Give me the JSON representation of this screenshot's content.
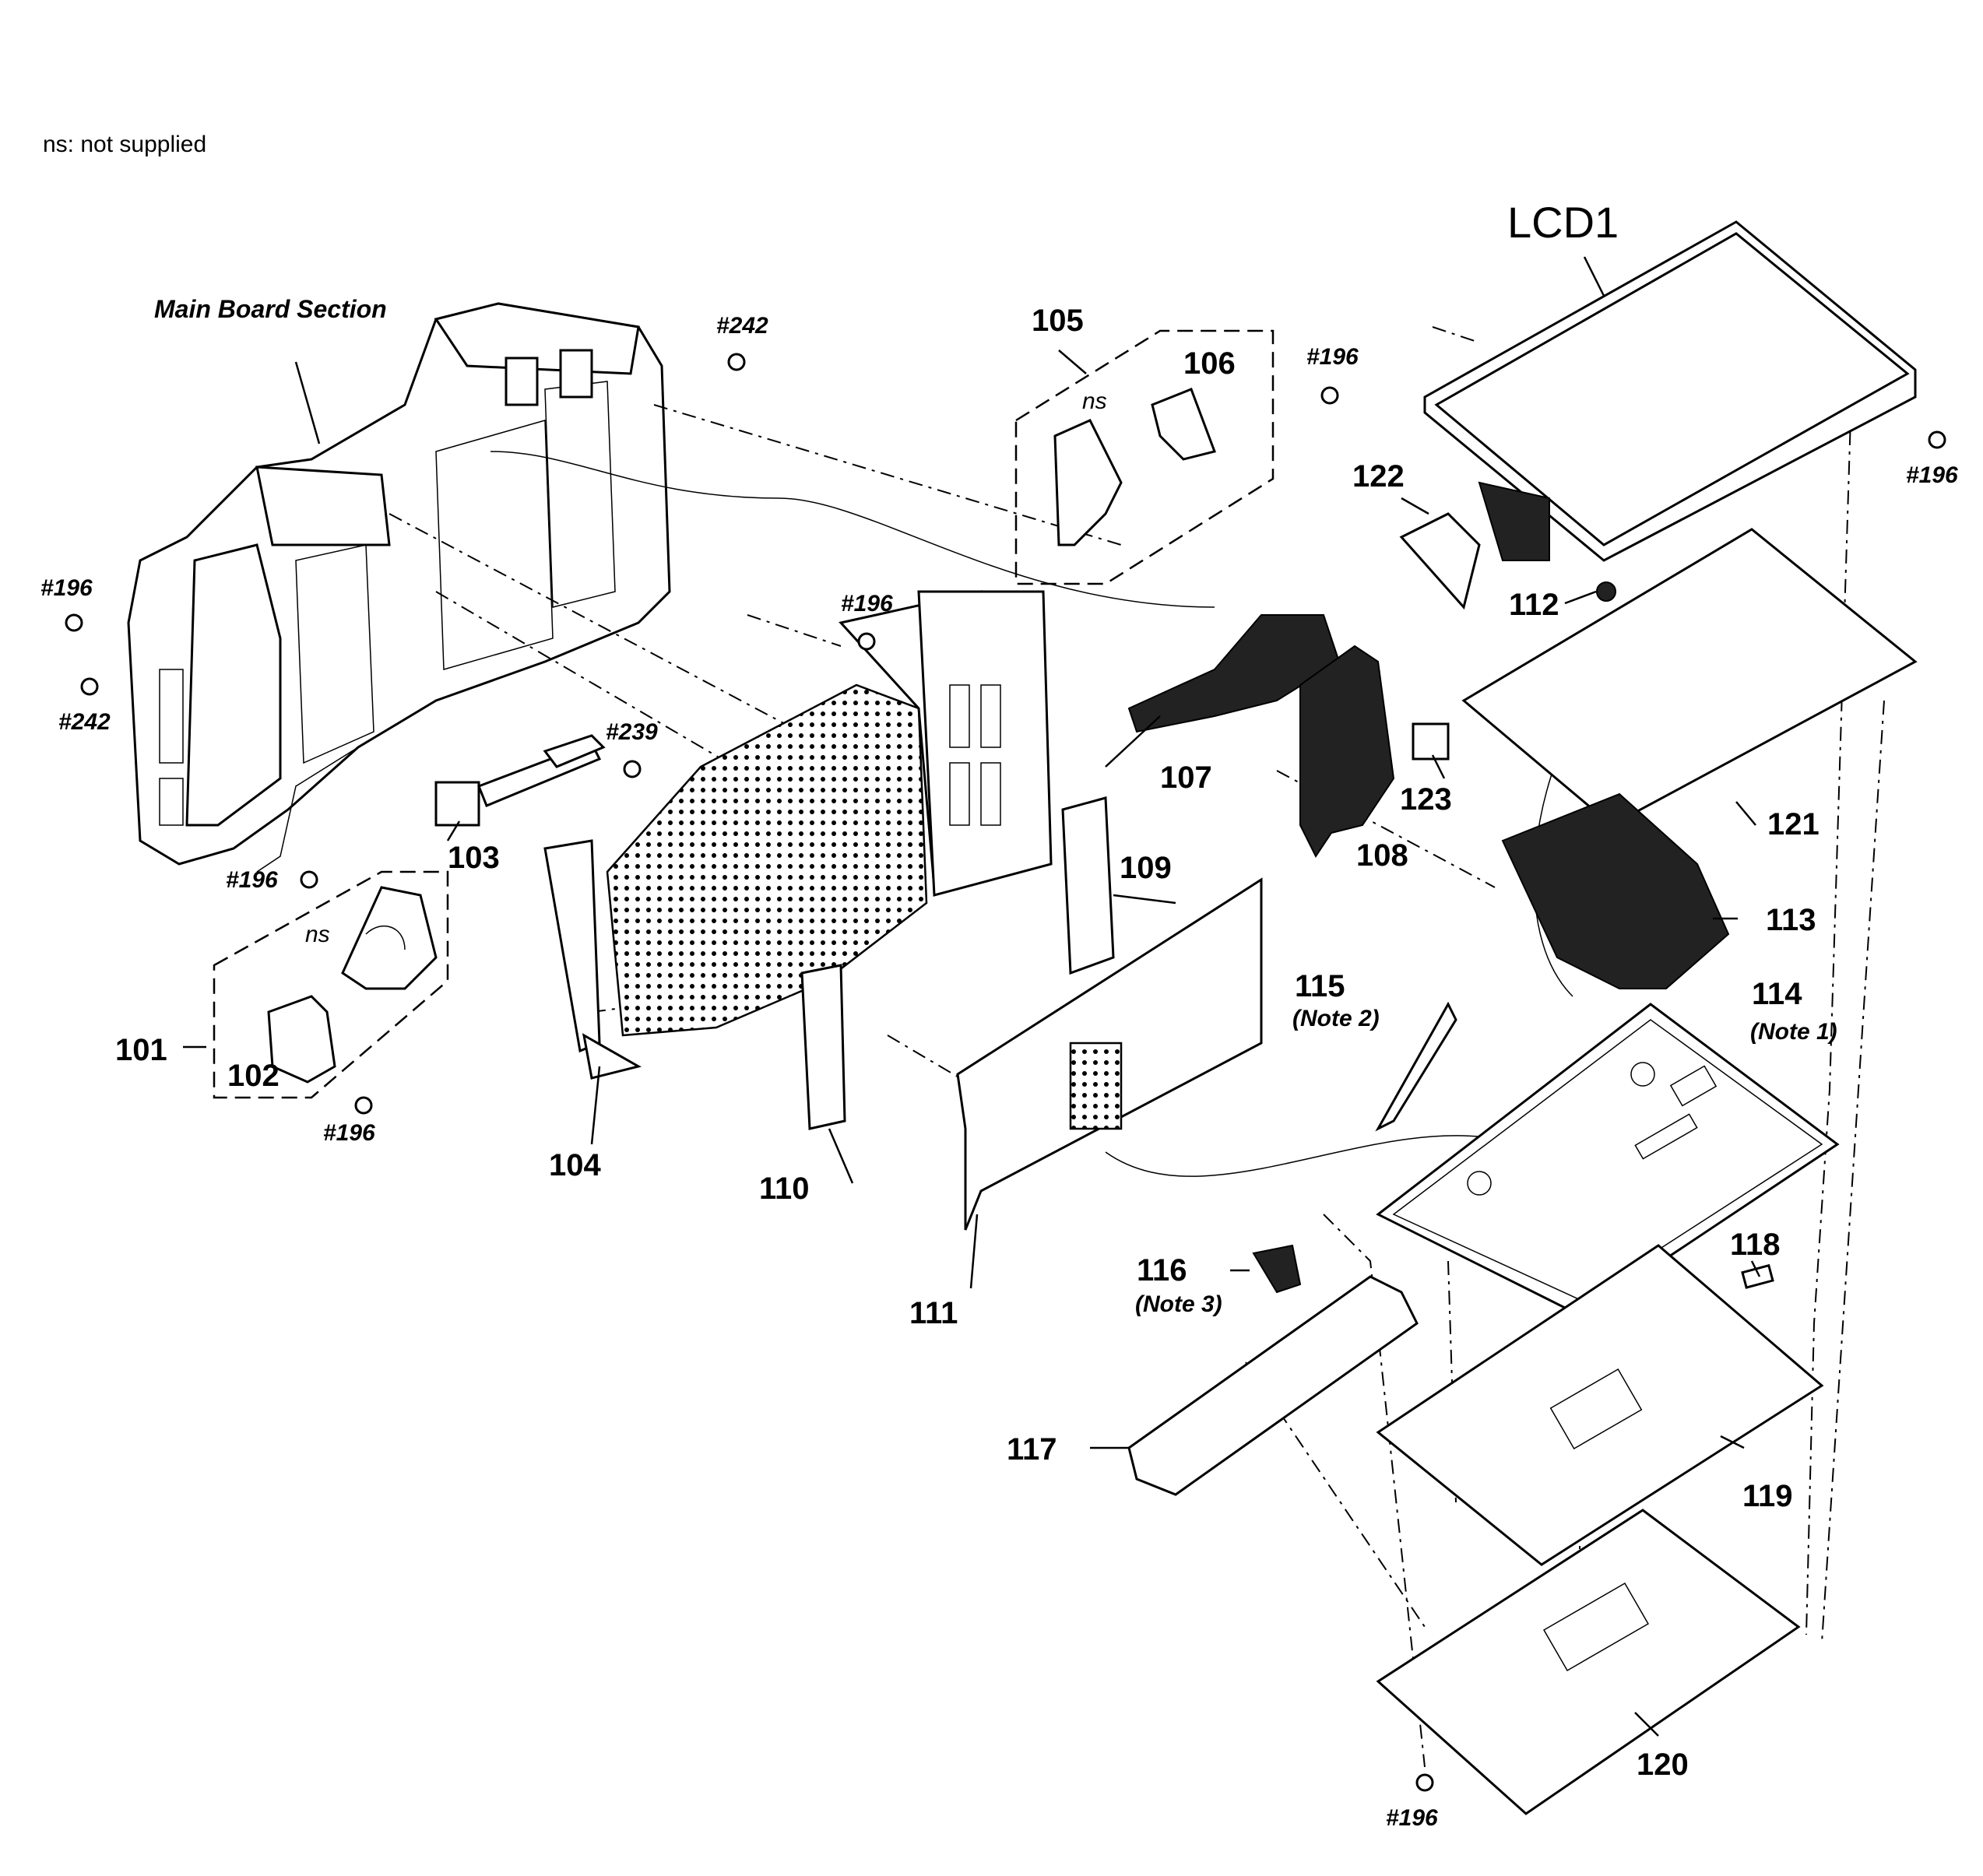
{
  "legend": "ns: not supplied",
  "section_label": "Main Board Section",
  "lcd_label": "LCD1",
  "parts": {
    "p101": "101",
    "p102": "102",
    "p103": "103",
    "p104": "104",
    "p105": "105",
    "p106": "106",
    "p107": "107",
    "p108": "108",
    "p109": "109",
    "p110": "110",
    "p111": "111",
    "p112": "112",
    "p113": "113",
    "p114": "114",
    "p115": "115",
    "p116": "116",
    "p117": "117",
    "p118": "118",
    "p119": "119",
    "p120": "120",
    "p121": "121",
    "p122": "122",
    "p123": "123"
  },
  "notes": {
    "note1": "(Note 1)",
    "note2": "(Note 2)",
    "note3": "(Note 3)"
  },
  "screws": {
    "s196": "#196",
    "s242": "#242",
    "s239": "#239"
  },
  "ns_mark": "ns"
}
